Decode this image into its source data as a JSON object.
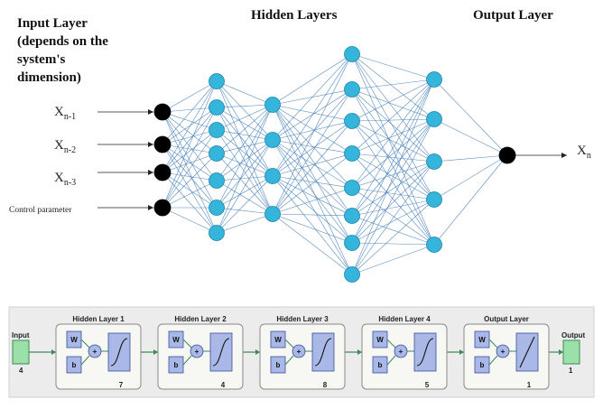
{
  "top_diagram": {
    "input_header": [
      "Input Layer",
      "(depends on the",
      "system's",
      "dimension)"
    ],
    "hidden_header": "Hidden Layers",
    "output_header": "Output Layer",
    "inputs": [
      {
        "base": "X",
        "sub": "n-1"
      },
      {
        "base": "X",
        "sub": "n-2"
      },
      {
        "base": "X",
        "sub": "n-3"
      }
    ],
    "control_label": "Control parameter",
    "output": {
      "base": "X",
      "sub": "n"
    },
    "layer_node_counts": [
      4,
      7,
      4,
      8,
      5,
      1
    ],
    "colors": {
      "node_fill": "#35b4dc",
      "input_node": "#000000",
      "edge": "#3a78b8"
    }
  },
  "bottom_diagram": {
    "input_label": "Input",
    "input_size": "4",
    "output_label": "Output",
    "output_size": "1",
    "weight_label": "W",
    "bias_label": "b",
    "sum_symbol": "+",
    "layers": [
      {
        "title": "Hidden Layer 1",
        "size": "7"
      },
      {
        "title": "Hidden Layer 2",
        "size": "4"
      },
      {
        "title": "Hidden Layer 3",
        "size": "8"
      },
      {
        "title": "Hidden Layer 4",
        "size": "5"
      },
      {
        "title": "Output Layer",
        "size": "1"
      }
    ]
  }
}
